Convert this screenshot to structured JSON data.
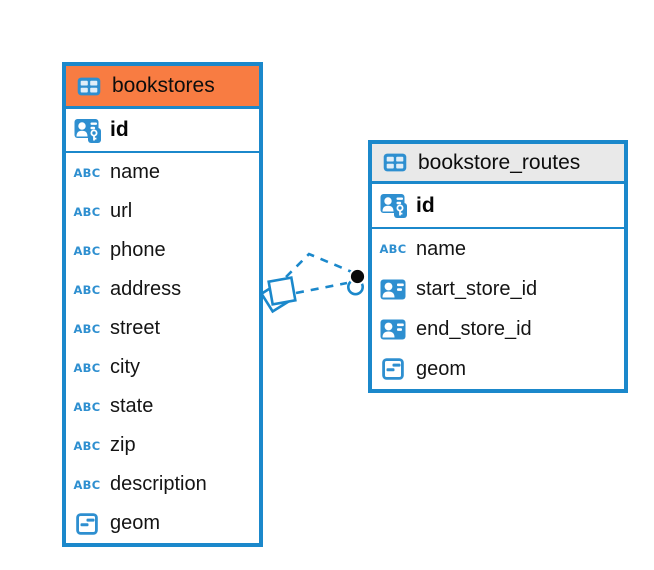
{
  "diagram": {
    "background": "#ffffff",
    "colors": {
      "table_border": "#1b88cb",
      "icon_blue": "#2e8fd0",
      "bookstores_header": "#f87c42",
      "routes_header": "#e9e9e9",
      "relationship_line": "#1b88cb",
      "text": "#141414"
    },
    "icon_glyphs": {
      "text_type": "ABC"
    },
    "tables": {
      "bookstores": {
        "title": "bookstores",
        "header_color": "#f87c42",
        "primary_key": "id",
        "columns": [
          {
            "name": "name",
            "type": "text"
          },
          {
            "name": "url",
            "type": "text"
          },
          {
            "name": "phone",
            "type": "text"
          },
          {
            "name": "address",
            "type": "text"
          },
          {
            "name": "street",
            "type": "text"
          },
          {
            "name": "city",
            "type": "text"
          },
          {
            "name": "state",
            "type": "text"
          },
          {
            "name": "zip",
            "type": "text"
          },
          {
            "name": "description",
            "type": "text"
          },
          {
            "name": "geom",
            "type": "geometry"
          }
        ]
      },
      "bookstore_routes": {
        "title": "bookstore_routes",
        "header_color": "#e9e9e9",
        "primary_key": "id",
        "columns": [
          {
            "name": "name",
            "type": "text"
          },
          {
            "name": "start_store_id",
            "type": "foreign_key"
          },
          {
            "name": "end_store_id",
            "type": "foreign_key"
          },
          {
            "name": "geom",
            "type": "geometry"
          }
        ]
      }
    },
    "relationships": [
      {
        "from": "bookstore_routes.start_store_id",
        "to": "bookstores.id",
        "style": "dashed"
      },
      {
        "from": "bookstore_routes.end_store_id",
        "to": "bookstores.id",
        "style": "dashed"
      }
    ]
  }
}
